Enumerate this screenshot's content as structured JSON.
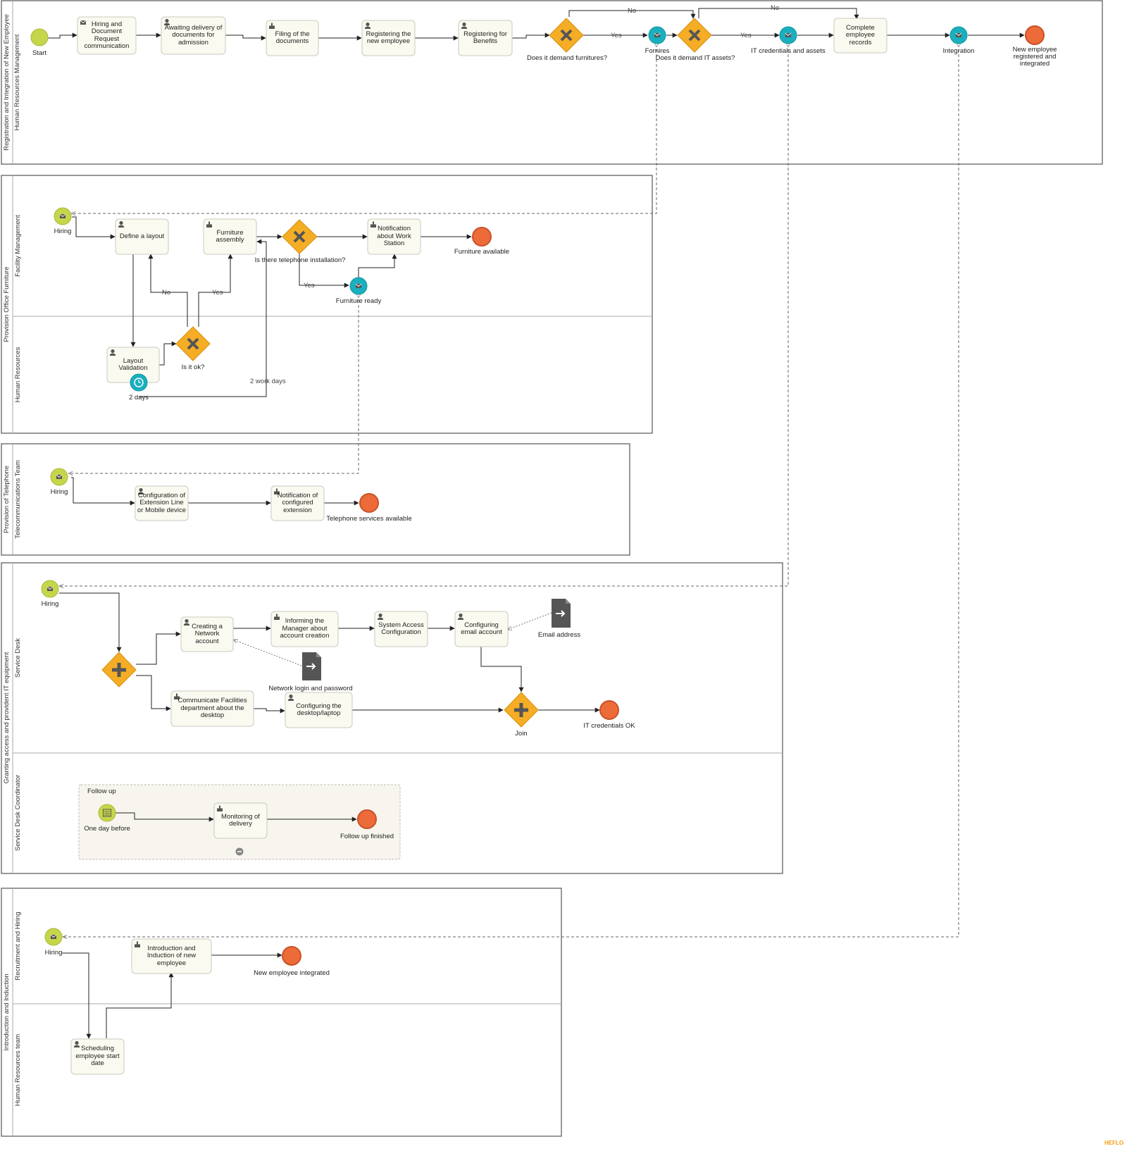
{
  "pools": [
    {
      "id": "p1",
      "title": "Registration and Integration of New Employee",
      "lanes": [
        "Human Resources Management"
      ]
    },
    {
      "id": "p2",
      "title": "Provision Office Furniture",
      "lanes": [
        "Facility Management",
        "Human Resources"
      ]
    },
    {
      "id": "p3",
      "title": "Provision of Telephone",
      "lanes": [
        "Telecommunications Team"
      ]
    },
    {
      "id": "p4",
      "title": "Granting access and provident IT equipment",
      "lanes": [
        "Service Desk",
        "Service Desk Coordinator"
      ]
    },
    {
      "id": "p5",
      "title": "Introduction and Induction",
      "lanes": [
        "Recruitment and Hiring",
        "Human Resources team"
      ]
    }
  ],
  "tasks": {
    "hiring_doc": "Hiring and Document Request communication",
    "awaiting": "Awaiting delivery of documents for admission",
    "filing": "Filing of the documents",
    "registering": "Registering the new employee",
    "benefits": "Registering for Benefits",
    "complete": "Complete employee records",
    "define_layout": "Define a layout",
    "furniture_assembly": "Furniture assembly",
    "notify_ws": "Notification about Work Station",
    "layout_validation": "Layout Validation",
    "config_ext": "Configuration of Extension Line or Mobile device",
    "notify_ext": "Notification of configured extension",
    "create_net": "Creating a Network account",
    "inform_mgr": "Informing the Manager about account creation",
    "sys_access": "System Access Configuration",
    "config_email": "Configuring email account",
    "comm_fac": "Communicate Facilities department about the desktop",
    "config_desktop": "Configuring the desktop/laptop",
    "monitoring": "Monitoring of delivery",
    "intro": "Introduction and Induction of new employee",
    "scheduling": "Scheduling employee start date"
  },
  "events": {
    "start": "Start",
    "fornires": "Fornires",
    "it_cred": "IT credentials and assets",
    "integration": "Integration",
    "new_emp_end": "New employee registered and integrated",
    "hiring": "Hiring",
    "furniture_ready": "Furniture ready",
    "furniture_available": "Furniture available",
    "two_days": "2 days",
    "telephone_available": "Telephone services available",
    "it_ok": "IT credentials OK",
    "one_day_before": "One day before",
    "follow_up_finished": "Follow up finished",
    "new_emp_integrated": "New employee integrated"
  },
  "gateways": {
    "demand_furn": "Does it demand furnitures?",
    "demand_it": "Does it demand IT assets?",
    "telephone_q": "Is there telephone installation?",
    "is_ok": "Is it ok?",
    "join": "Join"
  },
  "flow_labels": {
    "yes": "Yes",
    "no": "No",
    "two_work_days": "2 work days"
  },
  "data_objects": {
    "network_login": "Network login and password",
    "email_address": "Email address"
  },
  "subprocess": {
    "title": "Follow up"
  },
  "brand": "HEFLO",
  "colors": {
    "gateway": "#f5ad25",
    "start": "#c5d64a",
    "end": "#ec6b38",
    "intermediate": "#1aafbf",
    "task_fill": "#fbfaf0"
  }
}
